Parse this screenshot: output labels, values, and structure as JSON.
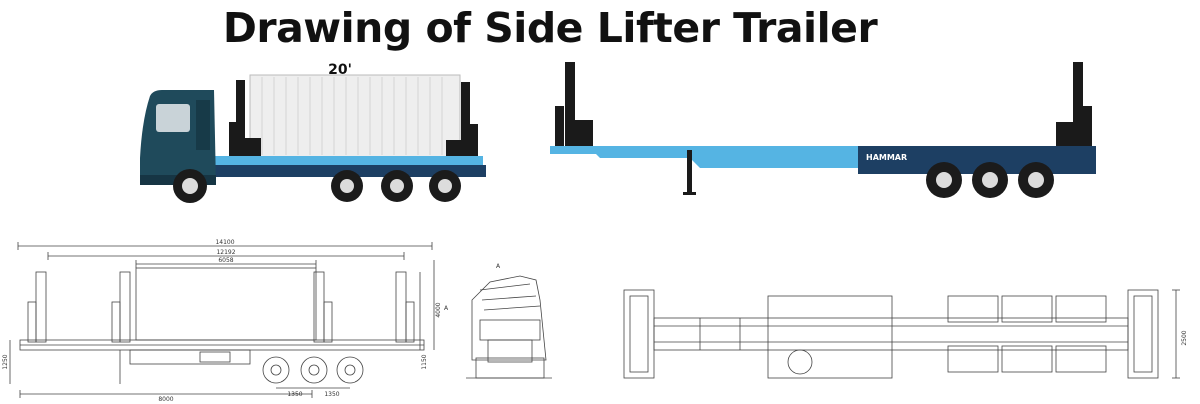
{
  "title": "Drawing of Side Lifter Trailer",
  "container_size_label": "20'",
  "brand": "HAMMAR",
  "section_label": "A",
  "colors": {
    "cab": "#1f4a5b",
    "chassis_blue": "#55b4e3",
    "chassis_navy": "#1d3f63",
    "lifter": "#1a1a1a",
    "container": "#eeeeee",
    "line": "#444444"
  },
  "dimensions": {
    "overall_length": "14100",
    "frame_length": "12192",
    "container_length": "6058",
    "kingpin_to_axle": "8000",
    "axle_spacing_1": "1350",
    "axle_spacing_2": "1350",
    "lift_height": "4000",
    "front_height": "1250",
    "deck_height": "1150",
    "overall_width": "2500"
  }
}
